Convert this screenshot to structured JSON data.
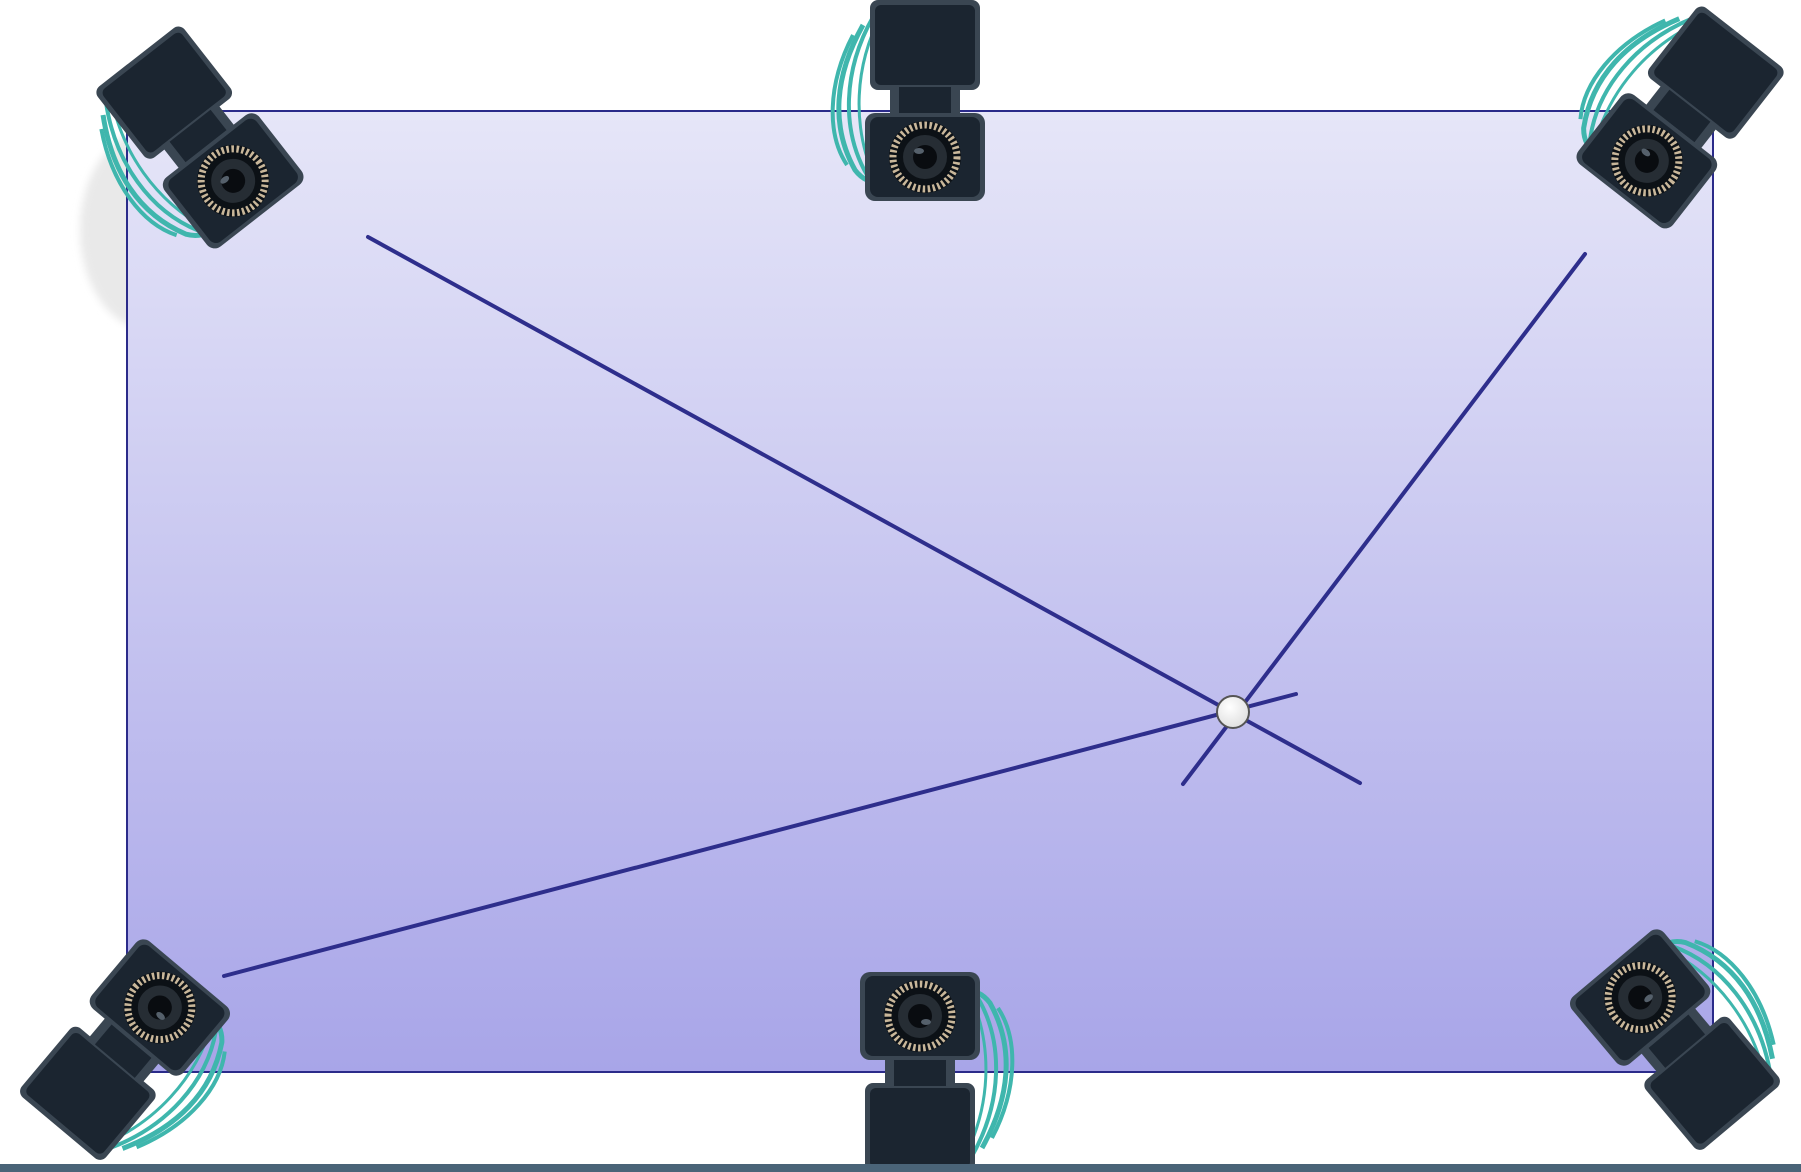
{
  "diagram": {
    "colors": {
      "room_top": "#e6e6f8",
      "room_bottom": "#a8a5e8",
      "room_border": "#2b2b8a",
      "ray": "#2e2e8c",
      "marker_fill": "#dedede",
      "marker_stroke": "#555555",
      "camera_body": "#1b2530",
      "camera_body_light": "#3a4652",
      "lens_ring": "#c9b79a",
      "cable": "#3fb6ad",
      "bottom_bar": "#4a6478"
    },
    "icons": {
      "camera": "mocap-camera-icon",
      "marker": "marker-dot-icon"
    },
    "cameras": [
      {
        "id": "top-left",
        "icon": "camera"
      },
      {
        "id": "top-center",
        "icon": "camera"
      },
      {
        "id": "top-right",
        "icon": "camera"
      },
      {
        "id": "bottom-left",
        "icon": "camera"
      },
      {
        "id": "bottom-center",
        "icon": "camera"
      },
      {
        "id": "bottom-right",
        "icon": "camera"
      }
    ],
    "rays": [
      {
        "from": "top-left",
        "to": "marker"
      },
      {
        "from": "top-right",
        "to": "marker"
      },
      {
        "from": "bottom-left",
        "to": "marker"
      }
    ]
  }
}
